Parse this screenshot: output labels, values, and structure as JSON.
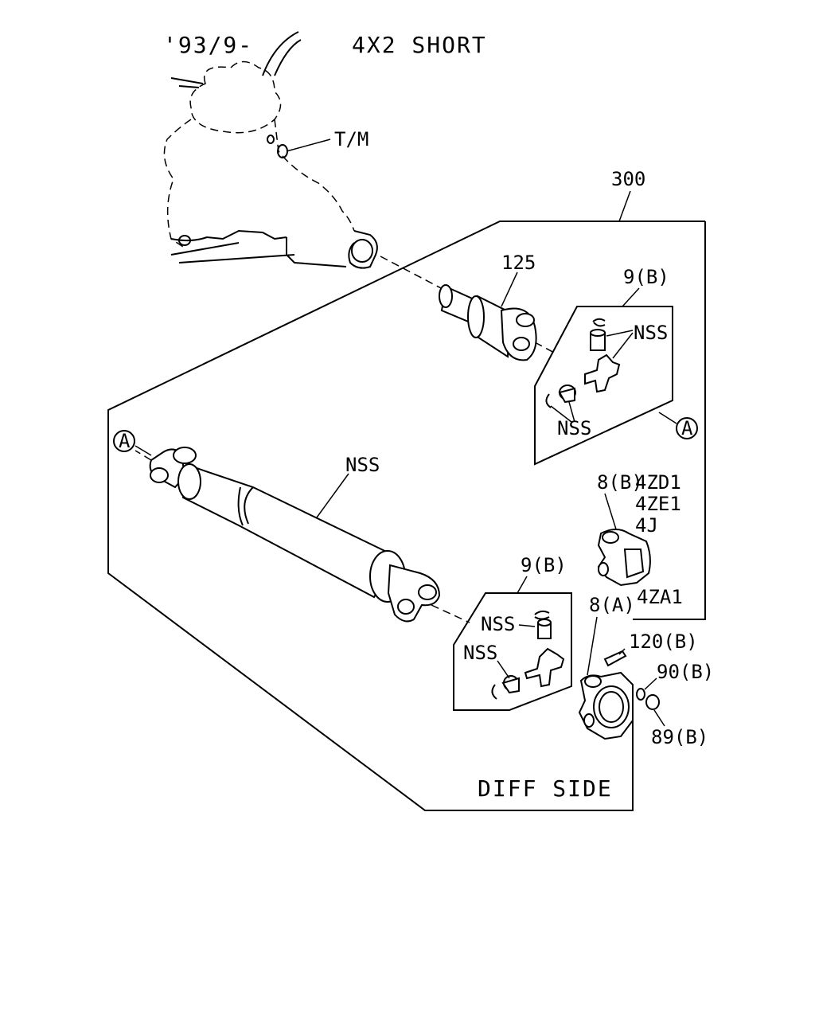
{
  "header": {
    "date_range": "'93/9-",
    "variant": "4X2 SHORT"
  },
  "labels": {
    "transmission": "T/M",
    "assembly": "300",
    "yoke_front": "125",
    "joint_kit_upper": "9(B)",
    "joint_kit_lower": "9(B)",
    "nss": "NSS",
    "ref_a": "A",
    "flange_yoke_b": "8(B)",
    "engines_b": [
      "4ZD1",
      "4ZE1",
      "4J"
    ],
    "flange_yoke_a": "8(A)",
    "engine_a": "4ZA1",
    "bolt": "120(B)",
    "washer": "90(B)",
    "nut": "89(B)",
    "diff_side": "DIFF SIDE"
  }
}
